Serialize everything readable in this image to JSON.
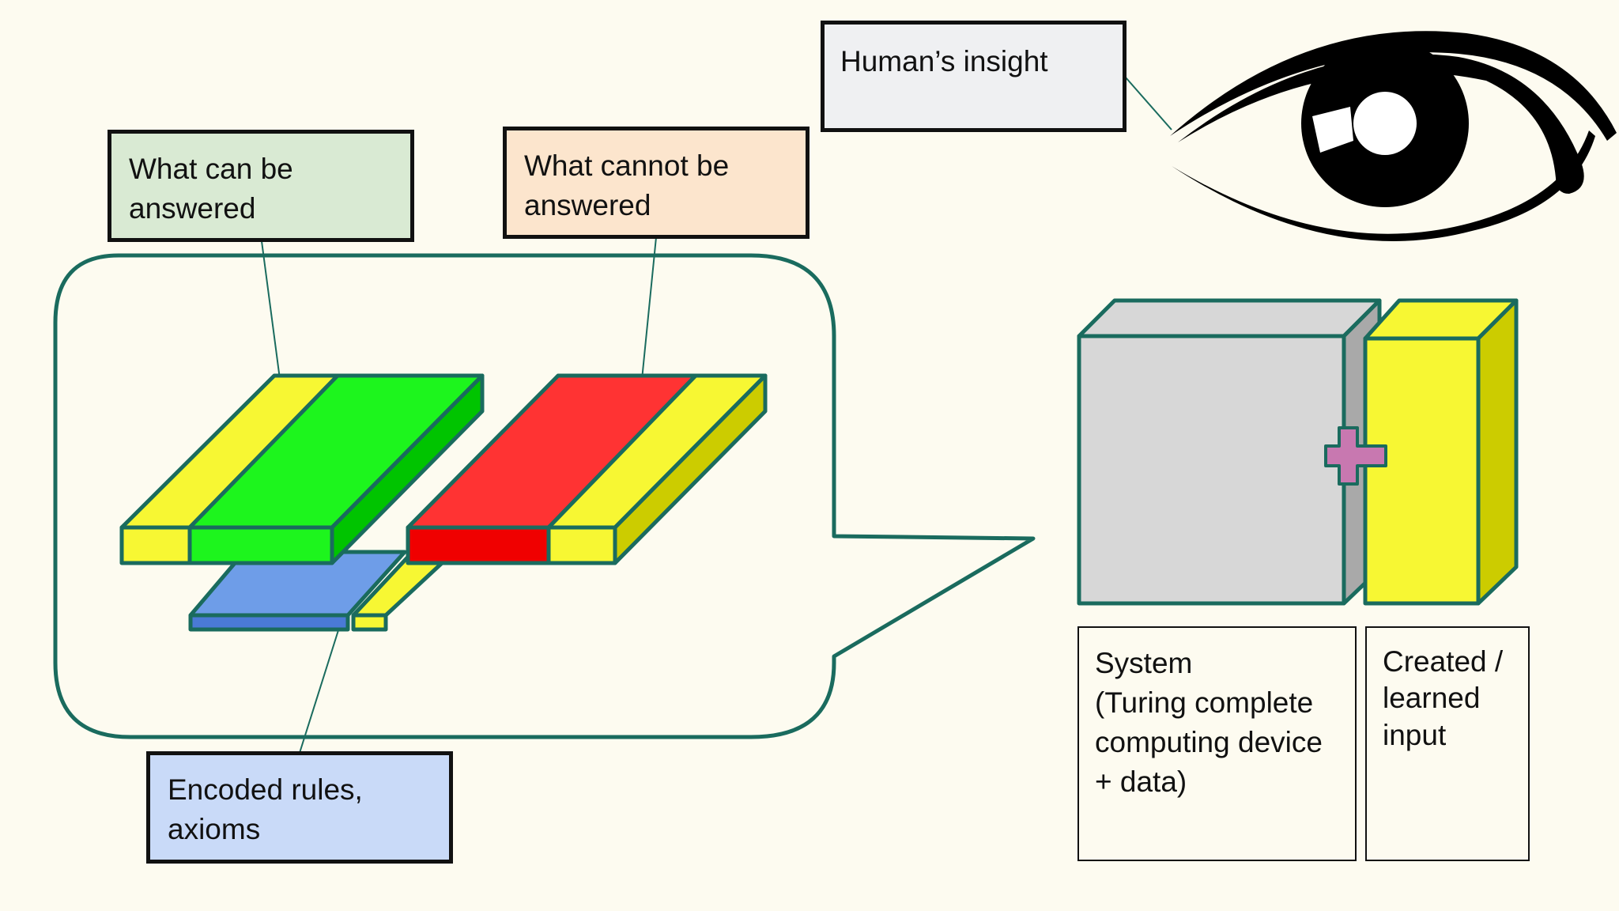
{
  "labels": {
    "human_insight": "Human’s insight",
    "can_be_answered": "What can be\nanswered",
    "cannot_be_answered": "What cannot be\nanswered",
    "encoded_rules": "Encoded rules,\naxioms",
    "system": "System\n(Turing complete\ncomputing device\n+ data)",
    "created_input": "Created /\nlearned\ninput"
  },
  "colors": {
    "background": "#fdfbf0",
    "outline_teal": "#1a6b5e",
    "green": "#1df51d",
    "green_dark": "#00c400",
    "yellow": "#f7f733",
    "yellow_dark": "#cccc00",
    "red": "#ff3333",
    "red_dark": "#f00000",
    "blue": "#6e9de8",
    "blue_dark": "#4a7ad6",
    "gray": "#d7d7d7",
    "gray_dark": "#a9a9a9",
    "plus_pink": "#c878b0",
    "box_green_fill": "#d9ead3",
    "box_orange_fill": "#fce5cd",
    "box_blue_fill": "#c9daf8",
    "box_gray_fill": "#eff0f2"
  },
  "icons": {
    "eye": "eye-icon",
    "plus": "plus-icon"
  }
}
